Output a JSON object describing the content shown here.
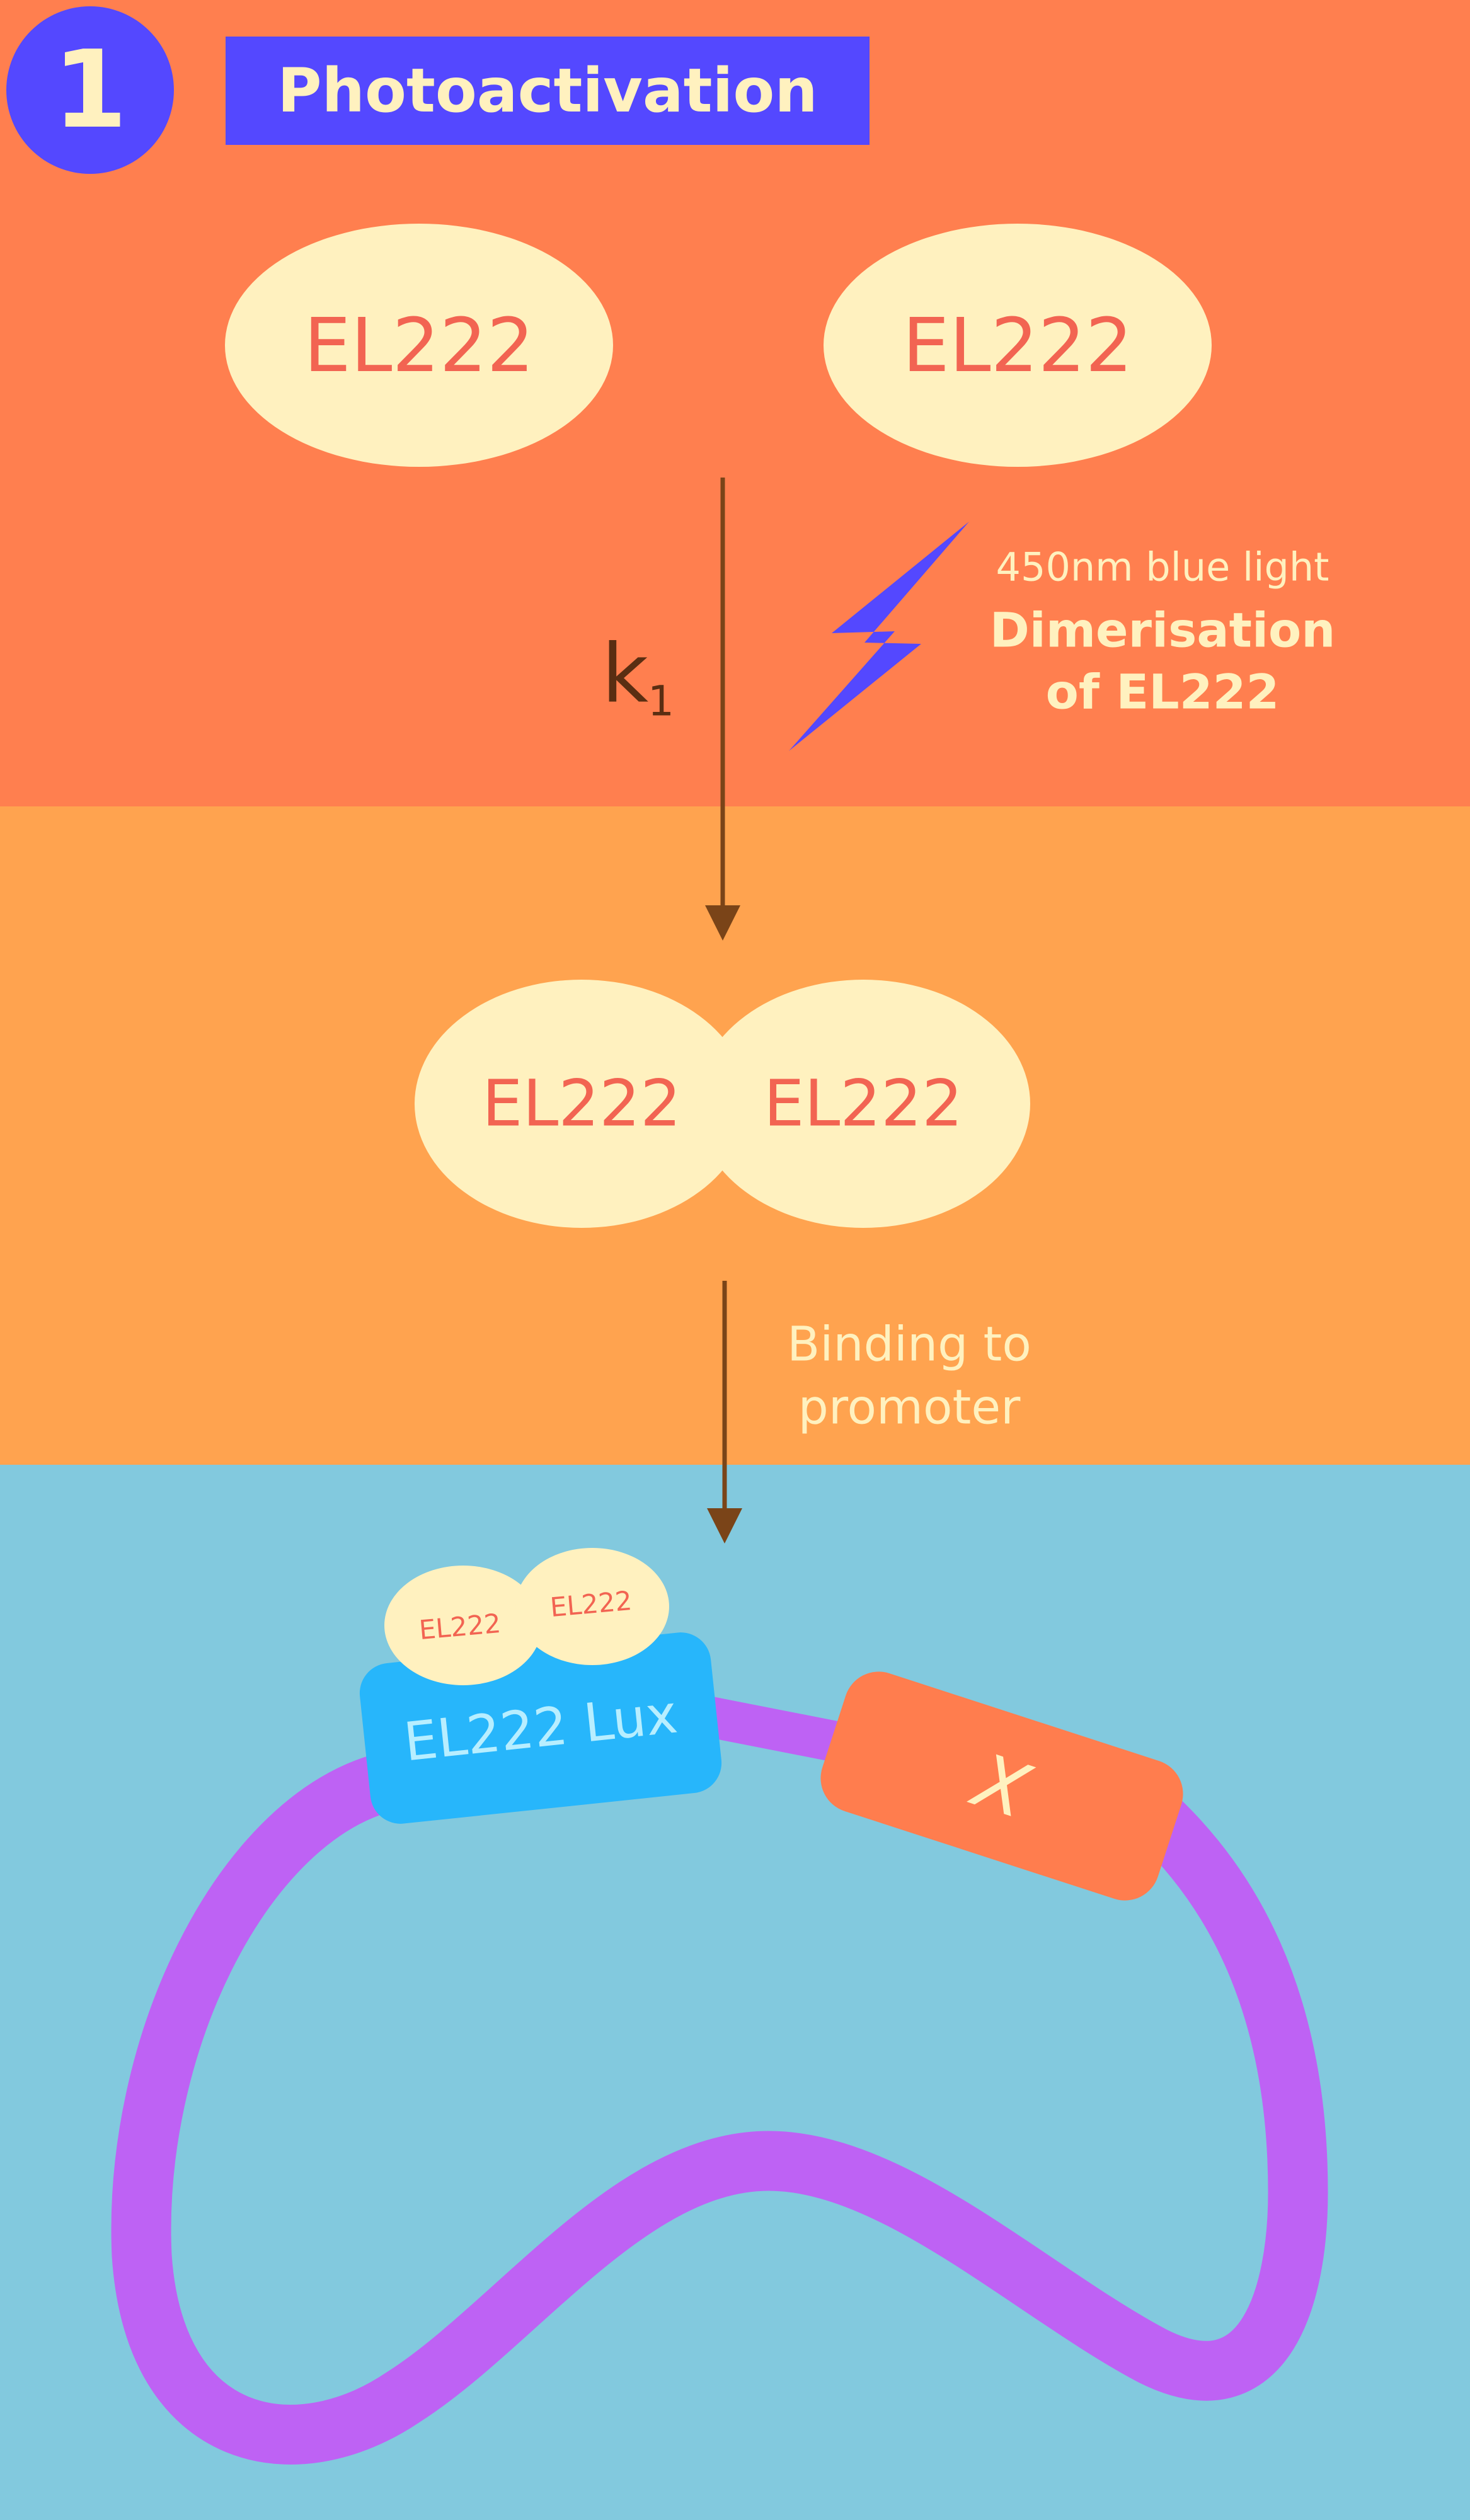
{
  "step": {
    "number": "1",
    "title": "Photoactivation"
  },
  "monomers": {
    "left_label": "EL222",
    "right_label": "EL222"
  },
  "reaction": {
    "rate_constant": "k",
    "rate_subscript": "1",
    "light_label": "450nm blue light",
    "dimerisation_line1": "Dimerisation",
    "dimerisation_line2": "of EL222"
  },
  "dimer": {
    "left_label": "EL222",
    "right_label": "EL222"
  },
  "binding": {
    "line1": "Binding to",
    "line2": "promoter"
  },
  "plasmid": {
    "bound_left_label": "EL222",
    "bound_right_label": "EL222",
    "promoter_label": "EL222 Lux",
    "gene_label": "X"
  },
  "colors": {
    "top_band": "#FF7F4F",
    "middle_band": "#FFA34F",
    "bottom_band": "#82C9DE",
    "protein_fill": "#FFF1BF",
    "protein_text": "#F26452",
    "accent_blue": "#5448FF",
    "arrow_brown": "#7A4418",
    "plasmid_purple": "#BE62F4",
    "promoter_blue": "#27B6FB",
    "gene_orange": "#FF7D4E",
    "cream_text": "#FFF1BF"
  },
  "icons": {
    "lightning": "lightning-bolt-icon"
  }
}
